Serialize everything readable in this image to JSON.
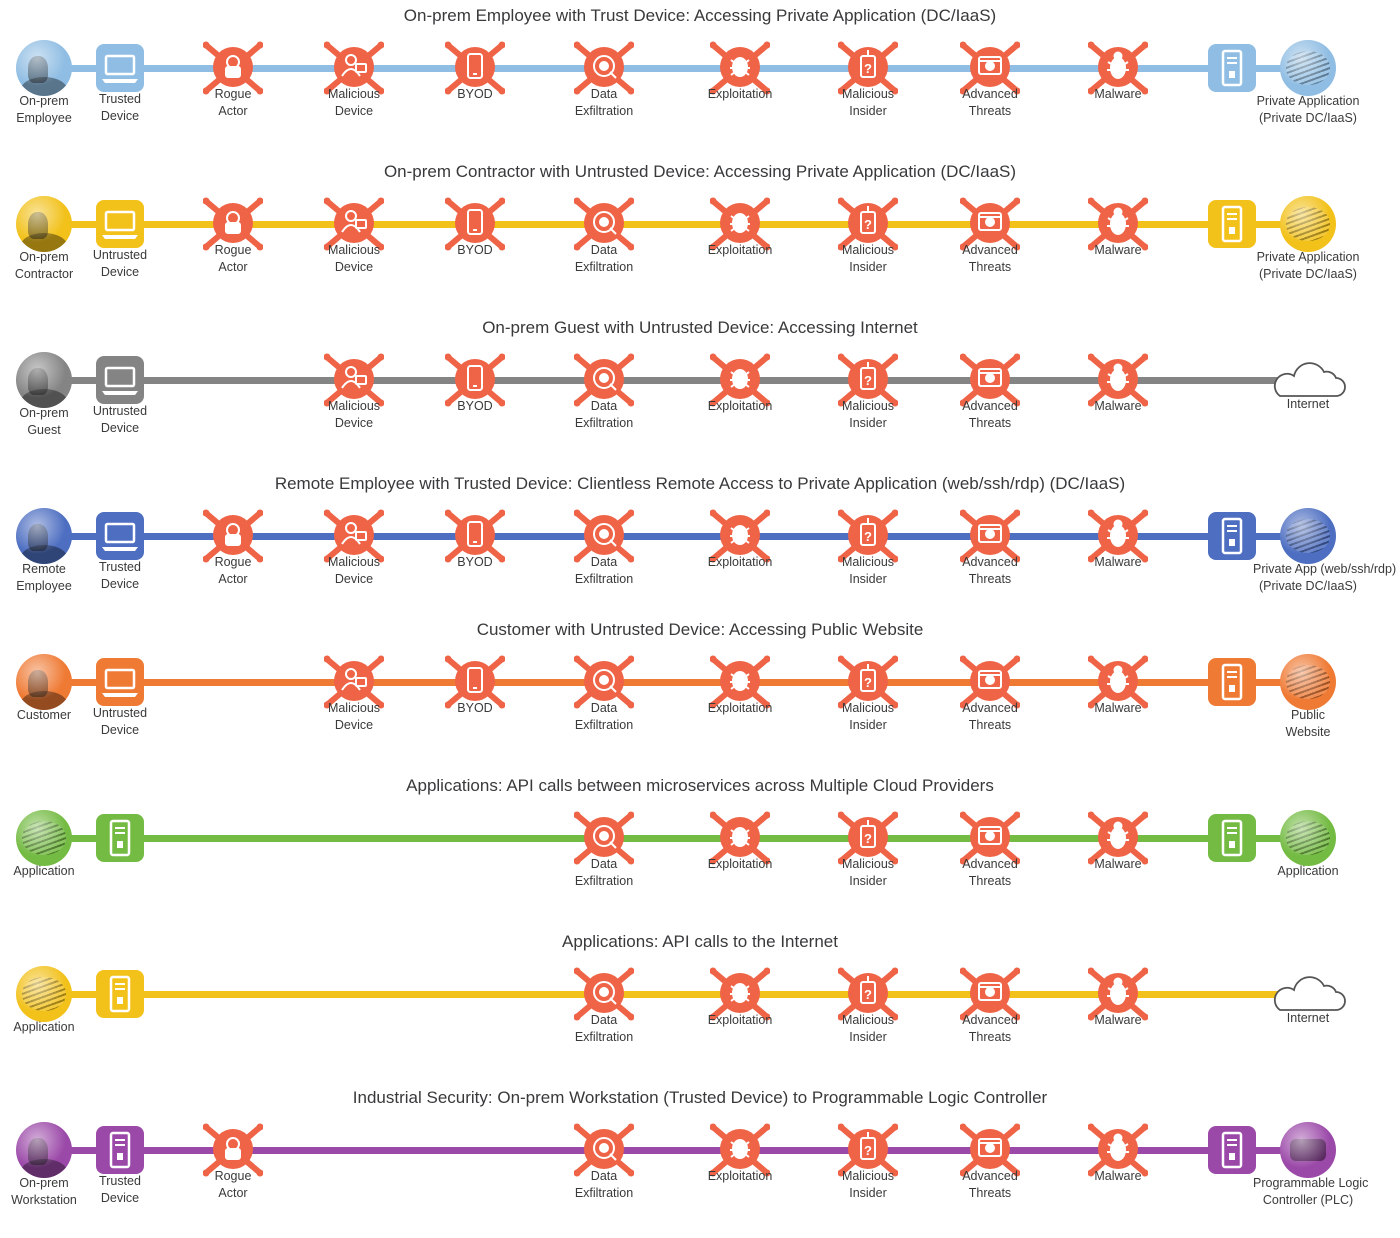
{
  "colors": {
    "threat": "#ef6347",
    "blue": "#8fbde3",
    "gold": "#f2c11a",
    "gray": "#848484",
    "navy": "#4d6ec1",
    "orange": "#ef7a34",
    "green": "#74bb43",
    "purple": "#9b49a8"
  },
  "flows": [
    {
      "title": "On-prem Employee with Trust Device: Accessing Private Application (DC/IaaS)",
      "color": "blue",
      "nodes": [
        {
          "slot": "persona",
          "label": [
            "On-prem",
            "Employee"
          ],
          "icon": "employee-photo-icon"
        },
        {
          "slot": "device",
          "label": [
            "Trusted",
            "Device"
          ],
          "icon": "laptop-icon"
        },
        {
          "slot": "rogue",
          "label": [
            "Rogue",
            "Actor"
          ],
          "icon": "rogue-actor-icon"
        },
        {
          "slot": "malicious",
          "label": [
            "Malicious",
            "Device"
          ],
          "icon": "malicious-device-icon"
        },
        {
          "slot": "byod",
          "label": [
            "BYOD"
          ],
          "icon": "byod-icon"
        },
        {
          "slot": "exfil",
          "label": [
            "Data",
            "Exfiltration"
          ],
          "icon": "data-exfiltration-icon"
        },
        {
          "slot": "exploit",
          "label": [
            "Exploitation"
          ],
          "icon": "exploitation-icon"
        },
        {
          "slot": "insider",
          "label": [
            "Malicious",
            "Insider"
          ],
          "icon": "malicious-insider-icon"
        },
        {
          "slot": "advanced",
          "label": [
            "Advanced",
            "Threats"
          ],
          "icon": "advanced-threats-icon"
        },
        {
          "slot": "malware",
          "label": [
            "Malware"
          ],
          "icon": "malware-icon"
        },
        {
          "slot": "server",
          "label": [],
          "icon": "server-icon"
        },
        {
          "slot": "dest",
          "label": [
            "Private Application",
            "(Private DC/IaaS)"
          ],
          "icon": "private-application-icon"
        }
      ]
    },
    {
      "title": "On-prem Contractor with Untrusted Device: Accessing Private Application (DC/IaaS)",
      "color": "gold",
      "nodes": [
        {
          "slot": "persona",
          "label": [
            "On-prem",
            "Contractor"
          ],
          "icon": "contractor-photo-icon"
        },
        {
          "slot": "device",
          "label": [
            "Untrusted",
            "Device"
          ],
          "icon": "laptop-icon"
        },
        {
          "slot": "rogue",
          "label": [
            "Rogue",
            "Actor"
          ],
          "icon": "rogue-actor-icon"
        },
        {
          "slot": "malicious",
          "label": [
            "Malicious",
            "Device"
          ],
          "icon": "malicious-device-icon"
        },
        {
          "slot": "byod",
          "label": [
            "BYOD"
          ],
          "icon": "byod-icon"
        },
        {
          "slot": "exfil",
          "label": [
            "Data",
            "Exfiltration"
          ],
          "icon": "data-exfiltration-icon"
        },
        {
          "slot": "exploit",
          "label": [
            "Exploitation"
          ],
          "icon": "exploitation-icon"
        },
        {
          "slot": "insider",
          "label": [
            "Malicious",
            "Insider"
          ],
          "icon": "malicious-insider-icon"
        },
        {
          "slot": "advanced",
          "label": [
            "Advanced",
            "Threats"
          ],
          "icon": "advanced-threats-icon"
        },
        {
          "slot": "malware",
          "label": [
            "Malware"
          ],
          "icon": "malware-icon"
        },
        {
          "slot": "server",
          "label": [],
          "icon": "server-icon"
        },
        {
          "slot": "dest",
          "label": [
            "Private Application",
            "(Private DC/IaaS)"
          ],
          "icon": "private-application-icon"
        }
      ]
    },
    {
      "title": "On-prem Guest with Untrusted Device: Accessing Internet",
      "color": "gray",
      "nodes": [
        {
          "slot": "persona",
          "label": [
            "On-prem",
            "Guest"
          ],
          "icon": "guest-photo-icon"
        },
        {
          "slot": "device",
          "label": [
            "Untrusted",
            "Device"
          ],
          "icon": "laptop-icon"
        },
        {
          "slot": "malicious",
          "label": [
            "Malicious",
            "Device"
          ],
          "icon": "malicious-device-icon"
        },
        {
          "slot": "byod",
          "label": [
            "BYOD"
          ],
          "icon": "byod-icon"
        },
        {
          "slot": "exfil",
          "label": [
            "Data",
            "Exfiltration"
          ],
          "icon": "data-exfiltration-icon"
        },
        {
          "slot": "exploit",
          "label": [
            "Exploitation"
          ],
          "icon": "exploitation-icon"
        },
        {
          "slot": "insider",
          "label": [
            "Malicious",
            "Insider"
          ],
          "icon": "malicious-insider-icon"
        },
        {
          "slot": "advanced",
          "label": [
            "Advanced",
            "Threats"
          ],
          "icon": "advanced-threats-icon"
        },
        {
          "slot": "malware",
          "label": [
            "Malware"
          ],
          "icon": "malware-icon"
        },
        {
          "slot": "dest",
          "label": [
            "Internet"
          ],
          "icon": "cloud-icon"
        }
      ]
    },
    {
      "title": "Remote Employee with Trusted Device: Clientless Remote Access to Private Application (web/ssh/rdp) (DC/IaaS)",
      "color": "navy",
      "nodes": [
        {
          "slot": "persona",
          "label": [
            "Remote",
            "Employee"
          ],
          "icon": "remote-employee-photo-icon"
        },
        {
          "slot": "device",
          "label": [
            "Trusted",
            "Device"
          ],
          "icon": "laptop-icon"
        },
        {
          "slot": "rogue",
          "label": [
            "Rogue",
            "Actor"
          ],
          "icon": "rogue-actor-icon"
        },
        {
          "slot": "malicious",
          "label": [
            "Malicious",
            "Device"
          ],
          "icon": "malicious-device-icon"
        },
        {
          "slot": "byod",
          "label": [
            "BYOD"
          ],
          "icon": "byod-icon"
        },
        {
          "slot": "exfil",
          "label": [
            "Data",
            "Exfiltration"
          ],
          "icon": "data-exfiltration-icon"
        },
        {
          "slot": "exploit",
          "label": [
            "Exploitation"
          ],
          "icon": "exploitation-icon"
        },
        {
          "slot": "insider",
          "label": [
            "Malicious",
            "Insider"
          ],
          "icon": "malicious-insider-icon"
        },
        {
          "slot": "advanced",
          "label": [
            "Advanced",
            "Threats"
          ],
          "icon": "advanced-threats-icon"
        },
        {
          "slot": "malware",
          "label": [
            "Malware"
          ],
          "icon": "malware-icon"
        },
        {
          "slot": "server",
          "label": [],
          "icon": "server-icon"
        },
        {
          "slot": "dest",
          "label": [
            "Private App (web/ssh/rdp)",
            "(Private DC/IaaS)"
          ],
          "icon": "private-app-icon"
        }
      ]
    },
    {
      "title": "Customer with Untrusted Device: Accessing Public Website",
      "color": "orange",
      "nodes": [
        {
          "slot": "persona",
          "label": [
            "Customer"
          ],
          "icon": "customer-photo-icon"
        },
        {
          "slot": "device",
          "label": [
            "Untrusted",
            "Device"
          ],
          "icon": "laptop-icon"
        },
        {
          "slot": "malicious",
          "label": [
            "Malicious",
            "Device"
          ],
          "icon": "malicious-device-icon"
        },
        {
          "slot": "byod",
          "label": [
            "BYOD"
          ],
          "icon": "byod-icon"
        },
        {
          "slot": "exfil",
          "label": [
            "Data",
            "Exfiltration"
          ],
          "icon": "data-exfiltration-icon"
        },
        {
          "slot": "exploit",
          "label": [
            "Exploitation"
          ],
          "icon": "exploitation-icon"
        },
        {
          "slot": "insider",
          "label": [
            "Malicious",
            "Insider"
          ],
          "icon": "malicious-insider-icon"
        },
        {
          "slot": "advanced",
          "label": [
            "Advanced",
            "Threats"
          ],
          "icon": "advanced-threats-icon"
        },
        {
          "slot": "malware",
          "label": [
            "Malware"
          ],
          "icon": "malware-icon"
        },
        {
          "slot": "server",
          "label": [],
          "icon": "server-icon"
        },
        {
          "slot": "dest",
          "label": [
            "Public",
            "Website"
          ],
          "icon": "public-website-icon"
        }
      ]
    },
    {
      "title": "Applications: API calls between microservices across Multiple Cloud Providers",
      "color": "green",
      "nodes": [
        {
          "slot": "persona",
          "label": [
            "Application"
          ],
          "icon": "application-photo-icon"
        },
        {
          "slot": "device",
          "label": [],
          "icon": "server-icon"
        },
        {
          "slot": "exfil",
          "label": [
            "Data",
            "Exfiltration"
          ],
          "icon": "data-exfiltration-icon"
        },
        {
          "slot": "exploit",
          "label": [
            "Exploitation"
          ],
          "icon": "exploitation-icon"
        },
        {
          "slot": "insider",
          "label": [
            "Malicious",
            "Insider"
          ],
          "icon": "malicious-insider-icon"
        },
        {
          "slot": "advanced",
          "label": [
            "Advanced",
            "Threats"
          ],
          "icon": "advanced-threats-icon"
        },
        {
          "slot": "malware",
          "label": [
            "Malware"
          ],
          "icon": "malware-icon"
        },
        {
          "slot": "server",
          "label": [],
          "icon": "server-icon"
        },
        {
          "slot": "dest",
          "label": [
            "Application"
          ],
          "icon": "application-photo-icon"
        }
      ]
    },
    {
      "title": "Applications: API calls to the Internet",
      "color": "gold",
      "nodes": [
        {
          "slot": "persona",
          "label": [
            "Application"
          ],
          "icon": "application-photo-icon"
        },
        {
          "slot": "device",
          "label": [],
          "icon": "server-icon"
        },
        {
          "slot": "exfil",
          "label": [
            "Data",
            "Exfiltration"
          ],
          "icon": "data-exfiltration-icon"
        },
        {
          "slot": "exploit",
          "label": [
            "Exploitation"
          ],
          "icon": "exploitation-icon"
        },
        {
          "slot": "insider",
          "label": [
            "Malicious",
            "Insider"
          ],
          "icon": "malicious-insider-icon"
        },
        {
          "slot": "advanced",
          "label": [
            "Advanced",
            "Threats"
          ],
          "icon": "advanced-threats-icon"
        },
        {
          "slot": "malware",
          "label": [
            "Malware"
          ],
          "icon": "malware-icon"
        },
        {
          "slot": "dest",
          "label": [
            "Internet"
          ],
          "icon": "cloud-icon"
        }
      ]
    },
    {
      "title": "Industrial Security: On-prem Workstation (Trusted Device) to Programmable Logic Controller",
      "color": "purple",
      "nodes": [
        {
          "slot": "persona",
          "label": [
            "On-prem",
            "Workstation"
          ],
          "icon": "workstation-photo-icon"
        },
        {
          "slot": "device",
          "label": [
            "Trusted",
            "Device"
          ],
          "icon": "server-icon"
        },
        {
          "slot": "rogue",
          "label": [
            "Rogue",
            "Actor"
          ],
          "icon": "rogue-actor-icon"
        },
        {
          "slot": "exfil",
          "label": [
            "Data",
            "Exfiltration"
          ],
          "icon": "data-exfiltration-icon"
        },
        {
          "slot": "exploit",
          "label": [
            "Exploitation"
          ],
          "icon": "exploitation-icon"
        },
        {
          "slot": "insider",
          "label": [
            "Malicious",
            "Insider"
          ],
          "icon": "malicious-insider-icon"
        },
        {
          "slot": "advanced",
          "label": [
            "Advanced",
            "Threats"
          ],
          "icon": "advanced-threats-icon"
        },
        {
          "slot": "malware",
          "label": [
            "Malware"
          ],
          "icon": "malware-icon"
        },
        {
          "slot": "server",
          "label": [],
          "icon": "server-icon"
        },
        {
          "slot": "dest",
          "label": [
            "Programmable Logic",
            "Controller (PLC)"
          ],
          "icon": "plc-icon"
        }
      ]
    }
  ]
}
